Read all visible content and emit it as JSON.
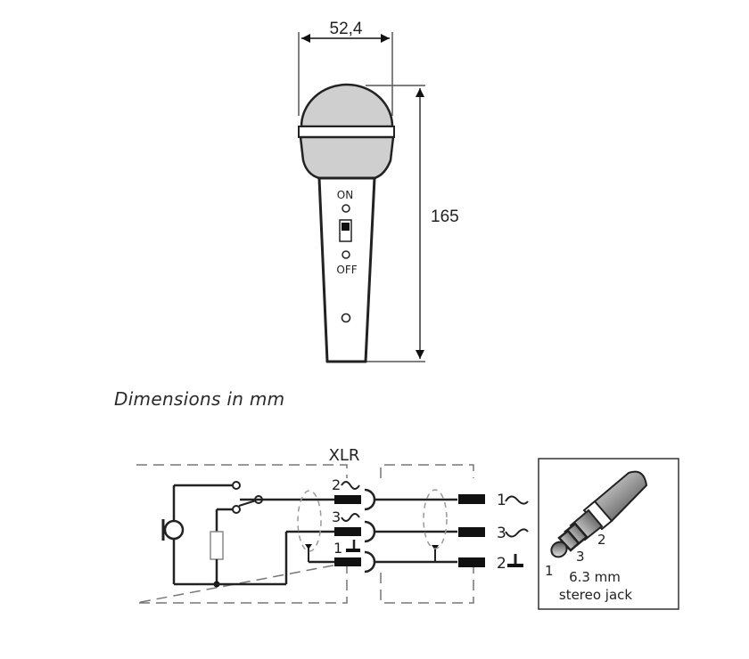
{
  "dimensions": {
    "width_label": "52,4",
    "height_label": "165",
    "caption": "Dimensions in mm"
  },
  "microphone": {
    "switch_on_label": "ON",
    "switch_off_label": "OFF",
    "head_color": "#cfcfcf",
    "body_color": "#ffffff",
    "outline_color": "#222222"
  },
  "wiring": {
    "connector_label": "XLR",
    "xlr_pins": [
      {
        "number": "2",
        "symbol": "~"
      },
      {
        "number": "3",
        "symbol": "~"
      },
      {
        "number": "1",
        "symbol": "⊥"
      }
    ],
    "jack_pins": [
      {
        "number": "1",
        "symbol": "~"
      },
      {
        "number": "3",
        "symbol": "~"
      },
      {
        "number": "2",
        "symbol": "⊥"
      }
    ]
  },
  "jack": {
    "size_label": "6.3 mm",
    "type_label": "stereo jack",
    "tip_numbers": [
      "1",
      "3",
      "2"
    ]
  }
}
